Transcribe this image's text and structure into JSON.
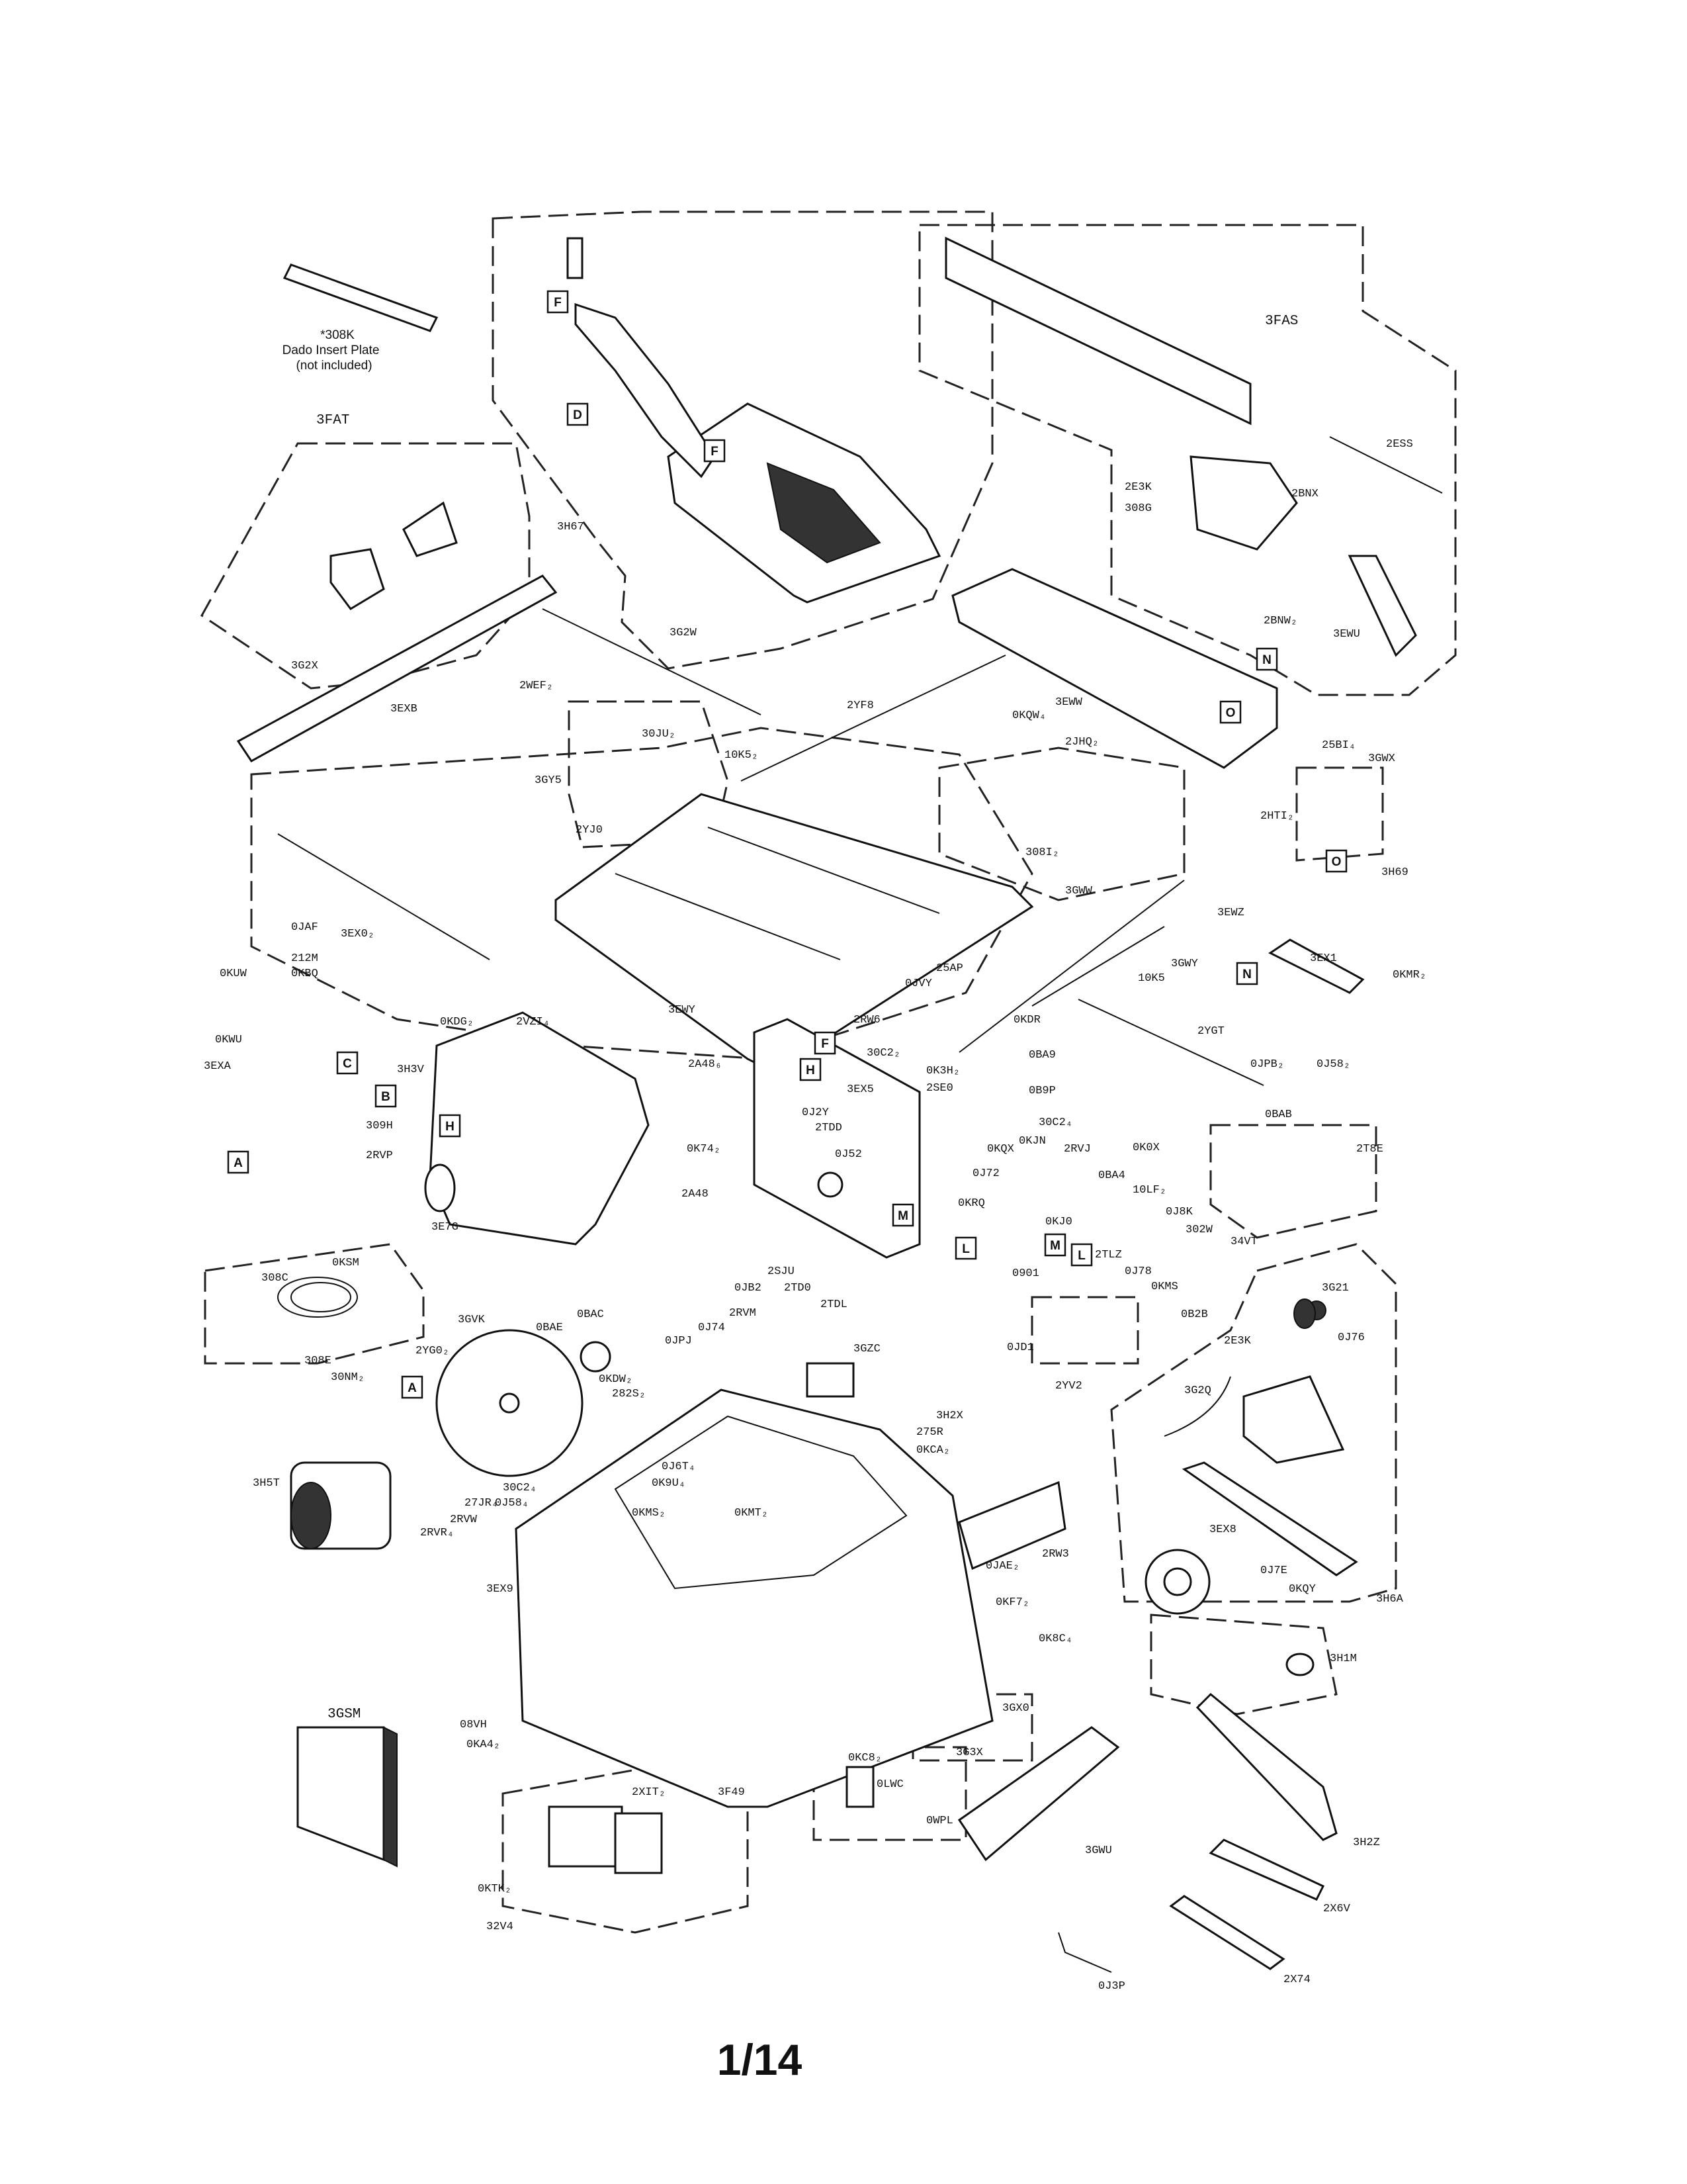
{
  "page_number": "1/14",
  "dado_note": {
    "part": "*308K",
    "line1": "Dado Insert Plate",
    "line2": "(not included)"
  },
  "group_labels": {
    "g3FAT": "3FAT",
    "g3FAS": "3FAS",
    "g3GSM": "3GSM"
  },
  "callouts": {
    "A1": "A",
    "A2": "A",
    "B": "B",
    "C": "C",
    "D": "D",
    "F1": "F",
    "F2": "F",
    "F3": "F",
    "H1": "H",
    "H2": "H",
    "L1": "L",
    "L2": "L",
    "M1": "M",
    "M2": "M",
    "N1": "N",
    "N2": "N",
    "O1": "O",
    "O2": "O"
  },
  "part_labels": {
    "p3H67": "3H67",
    "p3G2W": "3G2W",
    "p3G2X": "3G2X",
    "p3EXB": "3EXB",
    "p2WEF": "2WEF₂",
    "p2YF8": "2YF8",
    "p30JU": "30JU₂",
    "p10K5a": "10K5₂",
    "p3GY5": "3GY5",
    "p2YJ0": "2YJ0",
    "p2ESS": "2ESS",
    "p2E3Ka": "2E3K",
    "p308G": "308G",
    "p2BNX": "2BNX",
    "p2BNW": "2BNW₂",
    "p3EWU": "3EWU",
    "p3EWW": "3EWW",
    "p0KQW": "0KQW₄",
    "p2JHQ": "2JHQ₂",
    "p25BI": "25BI₄",
    "p3GWX": "3GWX",
    "p308I": "308I₂",
    "p2HTI": "2HTI₂",
    "p3H69": "3H69",
    "p0JAF": "0JAF",
    "p3EX0": "3EX0₂",
    "p212M": "212M",
    "p0KUW": "0KUW",
    "p0KBQ": "0KBQ",
    "p0KWU": "0KWU",
    "p0KDG": "0KDG₂",
    "p2VZI": "2VZI₄",
    "p3EWY": "3EWY",
    "p3GWW": "3GWW",
    "p3EWZ": "3EWZ",
    "p3GWY": "3GWY",
    "p25AP": "25AP",
    "p0JVY": "0JVY",
    "p10K5b": "10K5",
    "p3EX1": "3EX1",
    "p0KMR": "0KMR₂",
    "p2RW6": "2RW6",
    "p0KDR": "0KDR",
    "p2YGT": "2YGT",
    "p0JPB": "0JPB₂",
    "p0J58a": "0J58₂",
    "p3EXA": "3EXA",
    "p3H3V": "3H3V",
    "p309H": "309H",
    "p2RVP": "2RVP",
    "p2A48a": "2A48₆",
    "p30C2a": "30C2₂",
    "p3EX5": "3EX5",
    "p0K3H": "0K3H₂",
    "p2SE0": "2SE0",
    "p0BA9": "0BA9",
    "p0B9P": "0B9P",
    "p0BAB": "0BAB",
    "p0K74": "0K74₂",
    "p0J2Y": "0J2Y",
    "p2TDD": "2TDD",
    "p0J52": "0J52",
    "p0KQX": "0KQX",
    "p0J72": "0J72",
    "p30C2b": "30C2₄",
    "p0KJN": "0KJN",
    "p2RVJ": "2RVJ",
    "p0K0X": "0K0X",
    "p2T8E": "2T8E",
    "p3E7G": "3E7G",
    "p2A48b": "2A48",
    "p0KRQ": "0KRQ",
    "p0BA4": "0BA4",
    "p10LF": "10LF₂",
    "p0J8K": "0J8K",
    "p302W": "302W",
    "p34VT": "34VT",
    "p308C": "308C",
    "p0KSM": "0KSM",
    "p308E": "308E",
    "p0KJ0": "0KJ0",
    "p2SJU": "2SJU",
    "p0JB2": "0JB2",
    "p2TD0": "2TD0",
    "p2TDL": "2TDL",
    "p2TLZ": "2TLZ",
    "p0J78": "0J78",
    "p0KMS": "0KMS",
    "p0901": "0901",
    "p0B2B": "0B2B",
    "p2E3Kb": "2E3K",
    "p3G21": "3G21",
    "p0J76": "0J76",
    "p3GVK": "3GVK",
    "p0BAC": "0BAC",
    "p0BAE": "0BAE",
    "p2YG0": "2YG0₂",
    "p0JPJ": "0JPJ",
    "p0J74": "0J74",
    "p2RVM": "2RVM",
    "p0JD1": "0JD1",
    "p2YV2": "2YV2",
    "p3GZC": "3GZC",
    "p30NM": "30NM₂",
    "p0KDW": "0KDW₂",
    "p282S": "282S₂",
    "p3H2X": "3H2X",
    "p275R": "275R",
    "p0KCA": "0KCA₂",
    "p3G2Q": "3G2Q",
    "p0J6T": "0J6T₄",
    "p0K9U": "0K9U₄",
    "p3H5T": "3H5T",
    "p30C2c": "30C2₄",
    "p27JR": "27JR₄",
    "p0J58b": "0J58₄",
    "p2RVW": "2RVW",
    "p2RVR": "2RVR₄",
    "p0KMSb": "0KMS₂",
    "p0KMT": "0KMT₂",
    "p2RW3": "2RW3",
    "p0JAE": "0JAE₂",
    "p0KF7": "0KF7₂",
    "p3EX8": "3EX8",
    "p0J7E": "0J7E",
    "p0KQY": "0KQY",
    "p3H6A": "3H6A",
    "p3EX9": "3EX9",
    "p0K8C": "0K8C₄",
    "p3H1M": "3H1M",
    "p3GX0": "3GX0",
    "p08VH": "08VH",
    "p0KA4": "0KA4₂",
    "p0KC8": "0KC8₂",
    "p3G3X": "3G3X",
    "p2XIT": "2XIT₂",
    "p3F49": "3F49",
    "p0LWC": "0LWC",
    "p0WPL": "0WPL",
    "p3GWU": "3GWU",
    "p3H2Z": "3H2Z",
    "p0KTK": "0KTK₂",
    "p32V4": "32V4",
    "p2X6V": "2X6V",
    "p0J3P": "0J3P",
    "p2X74": "2X74"
  }
}
